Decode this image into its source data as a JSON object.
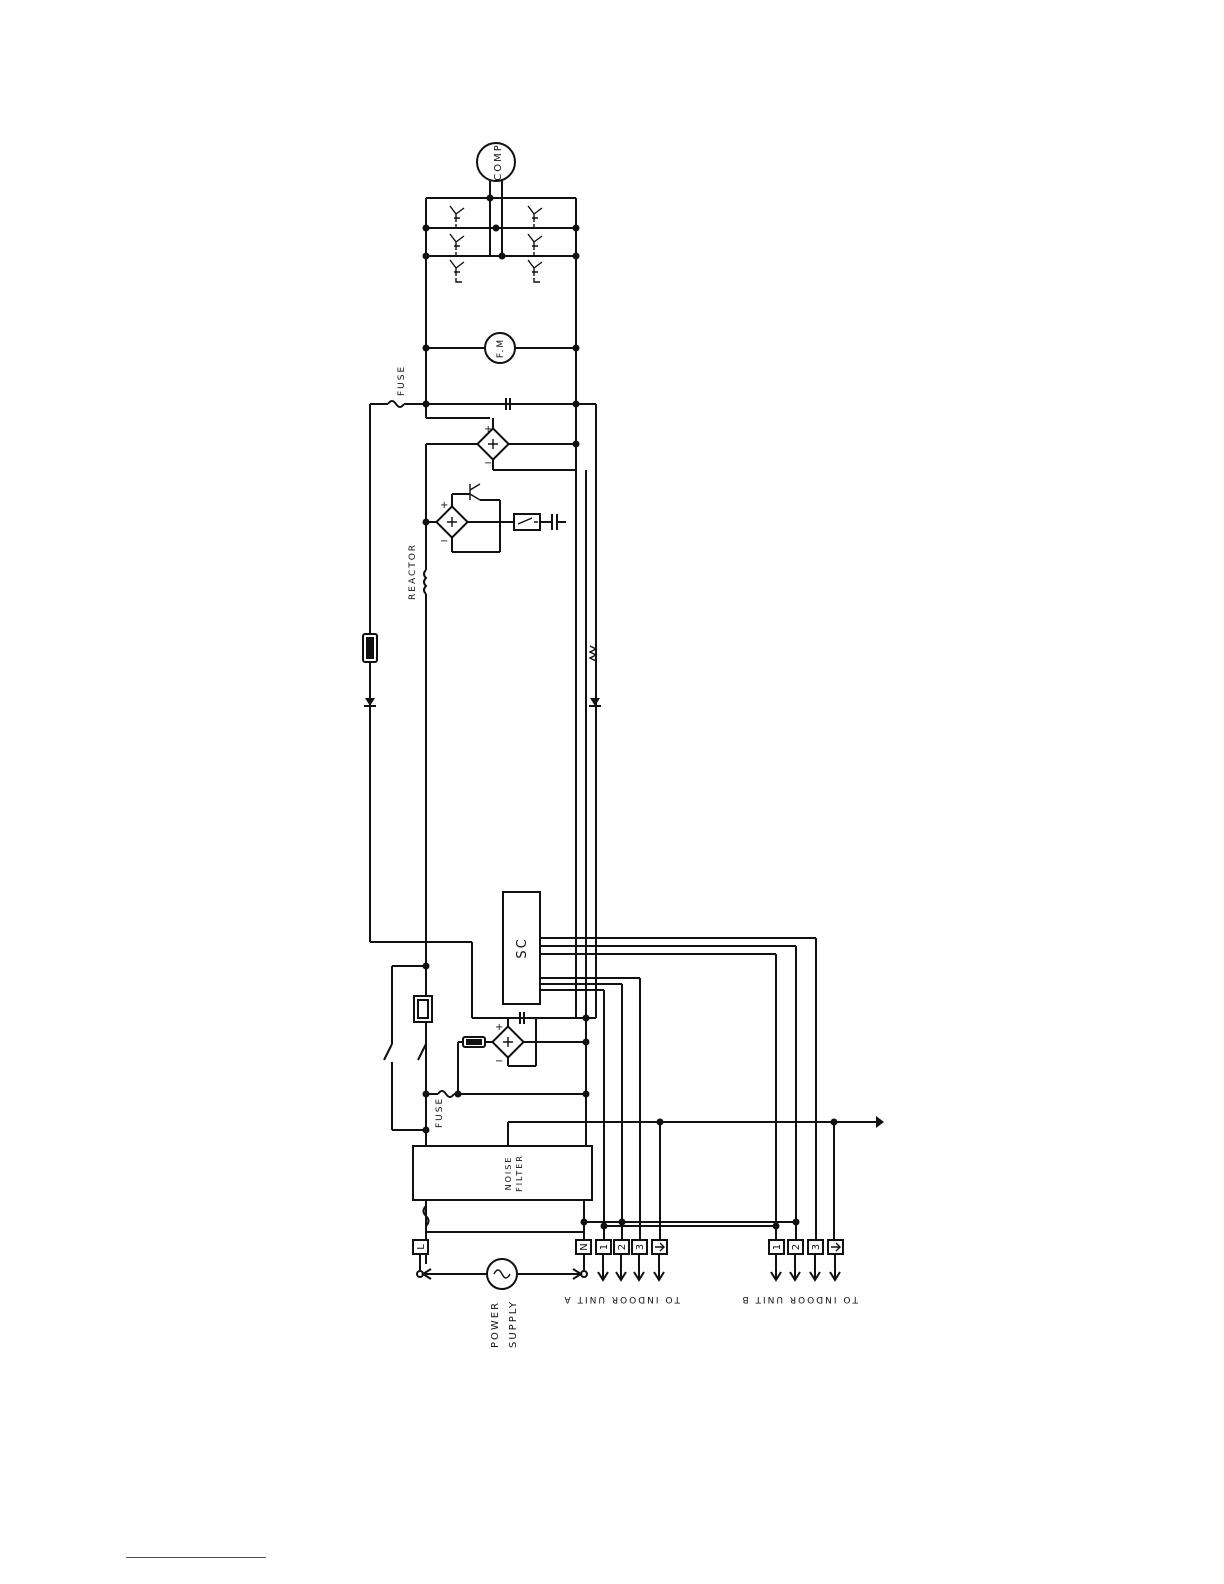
{
  "labels": {
    "comp": "COMP",
    "fan_motor": "F.M",
    "fuse_top": "FUSE",
    "reactor": "REACTOR",
    "sc": "SC",
    "fuse_bottom": "FUSE",
    "noise_filter_1": "NOISE",
    "noise_filter_2": "FILTER",
    "power_supply_1": "POWER",
    "power_supply_2": "SUPPLY",
    "indoor_a": "TO INDOOR UNIT A",
    "indoor_b": "TO INDOOR UNIT B"
  },
  "terminals": {
    "l": "L",
    "n": "N",
    "a1": "1",
    "a2": "2",
    "a3": "3",
    "b1": "1",
    "b2": "2",
    "b3": "3"
  },
  "symbols": {
    "plus": "+",
    "minus": "−"
  }
}
